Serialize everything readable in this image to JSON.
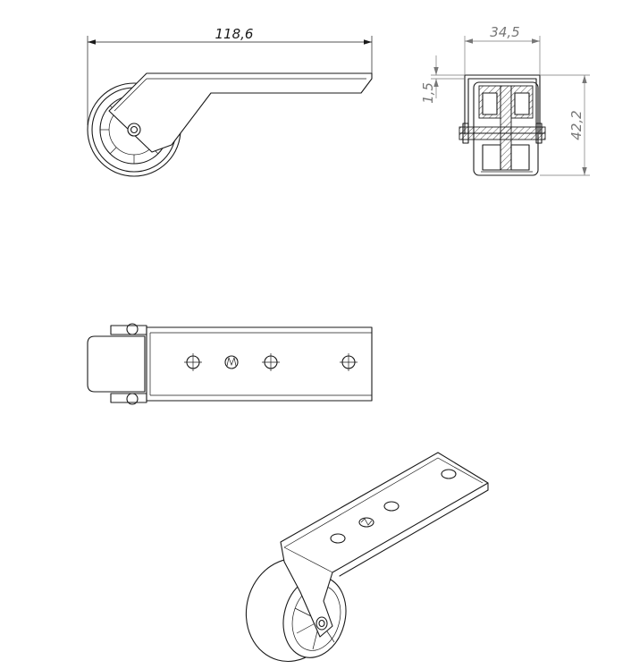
{
  "dimensions": {
    "overall_length": "118,6",
    "width": "34,5",
    "plate_thickness": "1,5",
    "height": "42,2"
  }
}
